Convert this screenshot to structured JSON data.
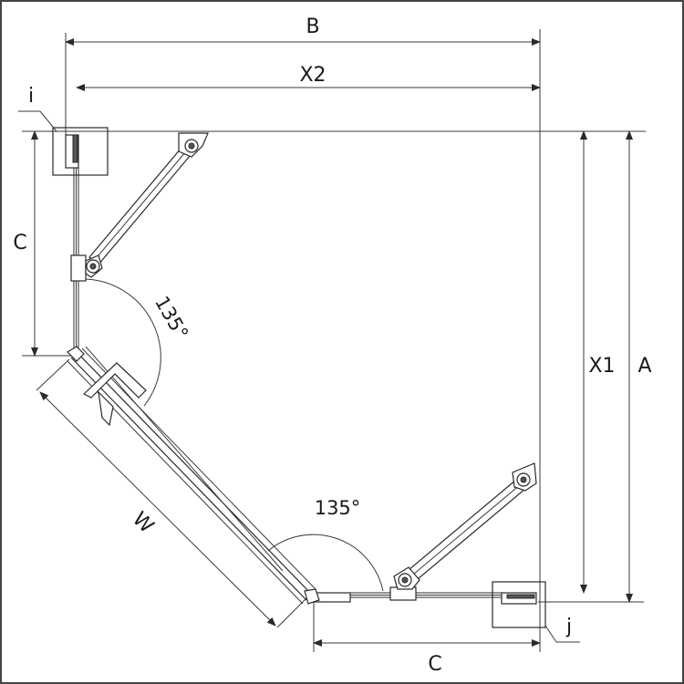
{
  "labels": {
    "b": "B",
    "x2": "X2",
    "i": "i",
    "c_left": "C",
    "angle_upper": "135°",
    "x1": "X1",
    "a": "A",
    "w": "W",
    "angle_lower": "135°",
    "c_bottom": "C",
    "j": "j"
  },
  "colors": {
    "line": "#2a2a2a",
    "background": "#ffffff"
  }
}
